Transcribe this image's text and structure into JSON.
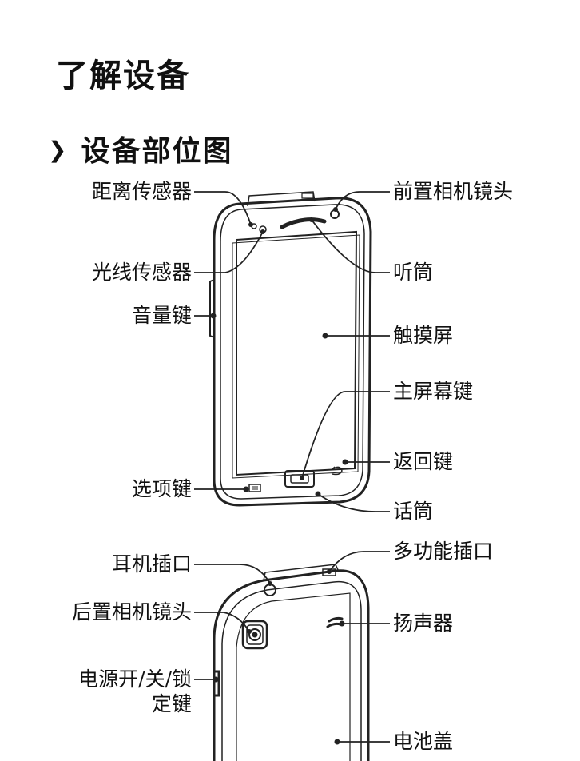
{
  "page_title": "了解设备",
  "section": {
    "title": "设备部位图",
    "bullet_icon": "chevron-right-icon"
  },
  "front_labels": {
    "proximity_sensor": "距离传感器",
    "light_sensor": "光线传感器",
    "volume_key": "音量键",
    "menu_key": "选项键",
    "front_camera": "前置相机镜头",
    "earpiece": "听筒",
    "touchscreen": "触摸屏",
    "home_key": "主屏幕键",
    "back_key": "返回键",
    "microphone": "话筒"
  },
  "back_labels": {
    "headset_jack": "耳机插口",
    "rear_camera": "后置相机镜头",
    "power_key_line1": "电源开/关/锁",
    "power_key_line2": "定键",
    "multipurpose_jack": "多功能插口",
    "speaker": "扬声器",
    "battery_cover": "电池盖"
  }
}
